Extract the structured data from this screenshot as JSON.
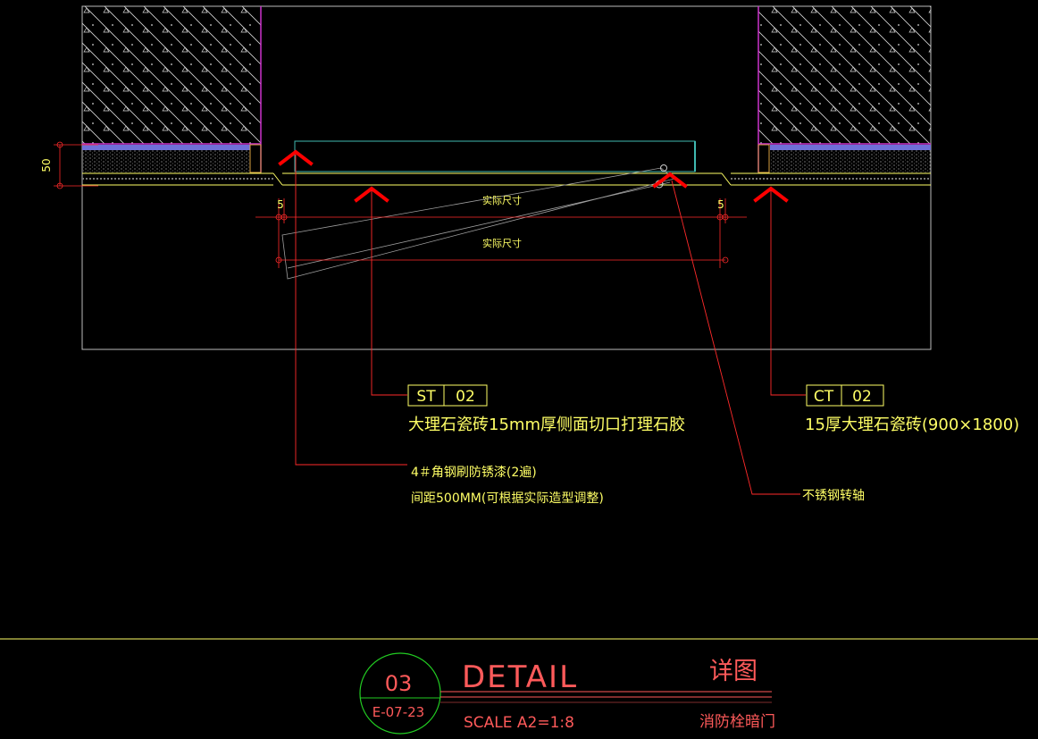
{
  "dimensions": {
    "height_label": "50",
    "gap_left": "5",
    "gap_right": "5",
    "actual_size_1": "实际尺寸",
    "actual_size_2": "实际尺寸"
  },
  "tags": {
    "left": {
      "code": "ST",
      "number": "02",
      "description": "大理石瓷砖15mm厚侧面切口打理石胶"
    },
    "right": {
      "code": "CT",
      "number": "02",
      "description": "15厚大理石瓷砖(900×1800)"
    }
  },
  "notes": {
    "angle_steel_line1": "4＃角钢刷防锈漆(2遍)",
    "angle_steel_line2": "间距500MM(可根据实际造型调整)",
    "pivot": "不锈钢转轴"
  },
  "title_block": {
    "detail_number": "03",
    "sheet_ref": "E-07-23",
    "title_en": "DETAIL",
    "scale": "SCALE  A2=1:8",
    "title_cn": "详图",
    "subtitle_cn": "消防栓暗门"
  },
  "colors": {
    "wall_outline": "#cc33cc",
    "hatch": "#d8d8d8",
    "dimension_red": "#ff2a2a",
    "section_marker": "#ff0000",
    "annotation_yellow": "#ffff66",
    "tile_band": "#6f6fd8",
    "door_cyan": "#3fb8b0",
    "title_circle": "#22cc22",
    "title_red": "#ff5a5a"
  }
}
